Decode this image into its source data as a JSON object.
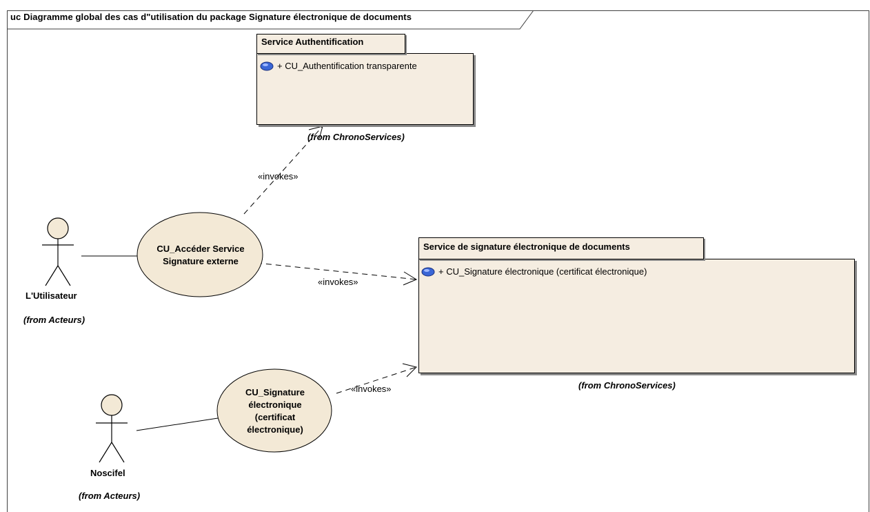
{
  "diagram": {
    "title": "uc Diagramme global des cas d\"utilisation du package Signature électronique de documents"
  },
  "packages": {
    "auth": {
      "name": "Service Authentification",
      "item": "+ CU_Authentification transparente",
      "from": "(from ChronoServices)"
    },
    "signature": {
      "name": "Service de signature électronique de documents",
      "item": "+ CU_Signature électronique (certificat électronique)",
      "from": "(from ChronoServices)"
    }
  },
  "actors": {
    "utilisateur": {
      "name": "L'Utilisateur",
      "from": "(from Acteurs)"
    },
    "noscifel": {
      "name": "Noscifel",
      "from": "(from Acteurs)"
    }
  },
  "usecases": {
    "acceder": {
      "line1": "CU_Accéder Service",
      "line2": "Signature externe"
    },
    "signature": {
      "line1": "CU_Signature",
      "line2": "électronique",
      "line3": "(certificat",
      "line4": "électronique)"
    }
  },
  "relations": {
    "invokes_auth": "«invokes»",
    "invokes_sig_1": "«invokes»",
    "invokes_sig_2": "«invokes»"
  },
  "colors": {
    "element_fill": "#f5ede1",
    "usecase_fill": "#f3e9d6",
    "icon_blue": "#3a66d6"
  }
}
